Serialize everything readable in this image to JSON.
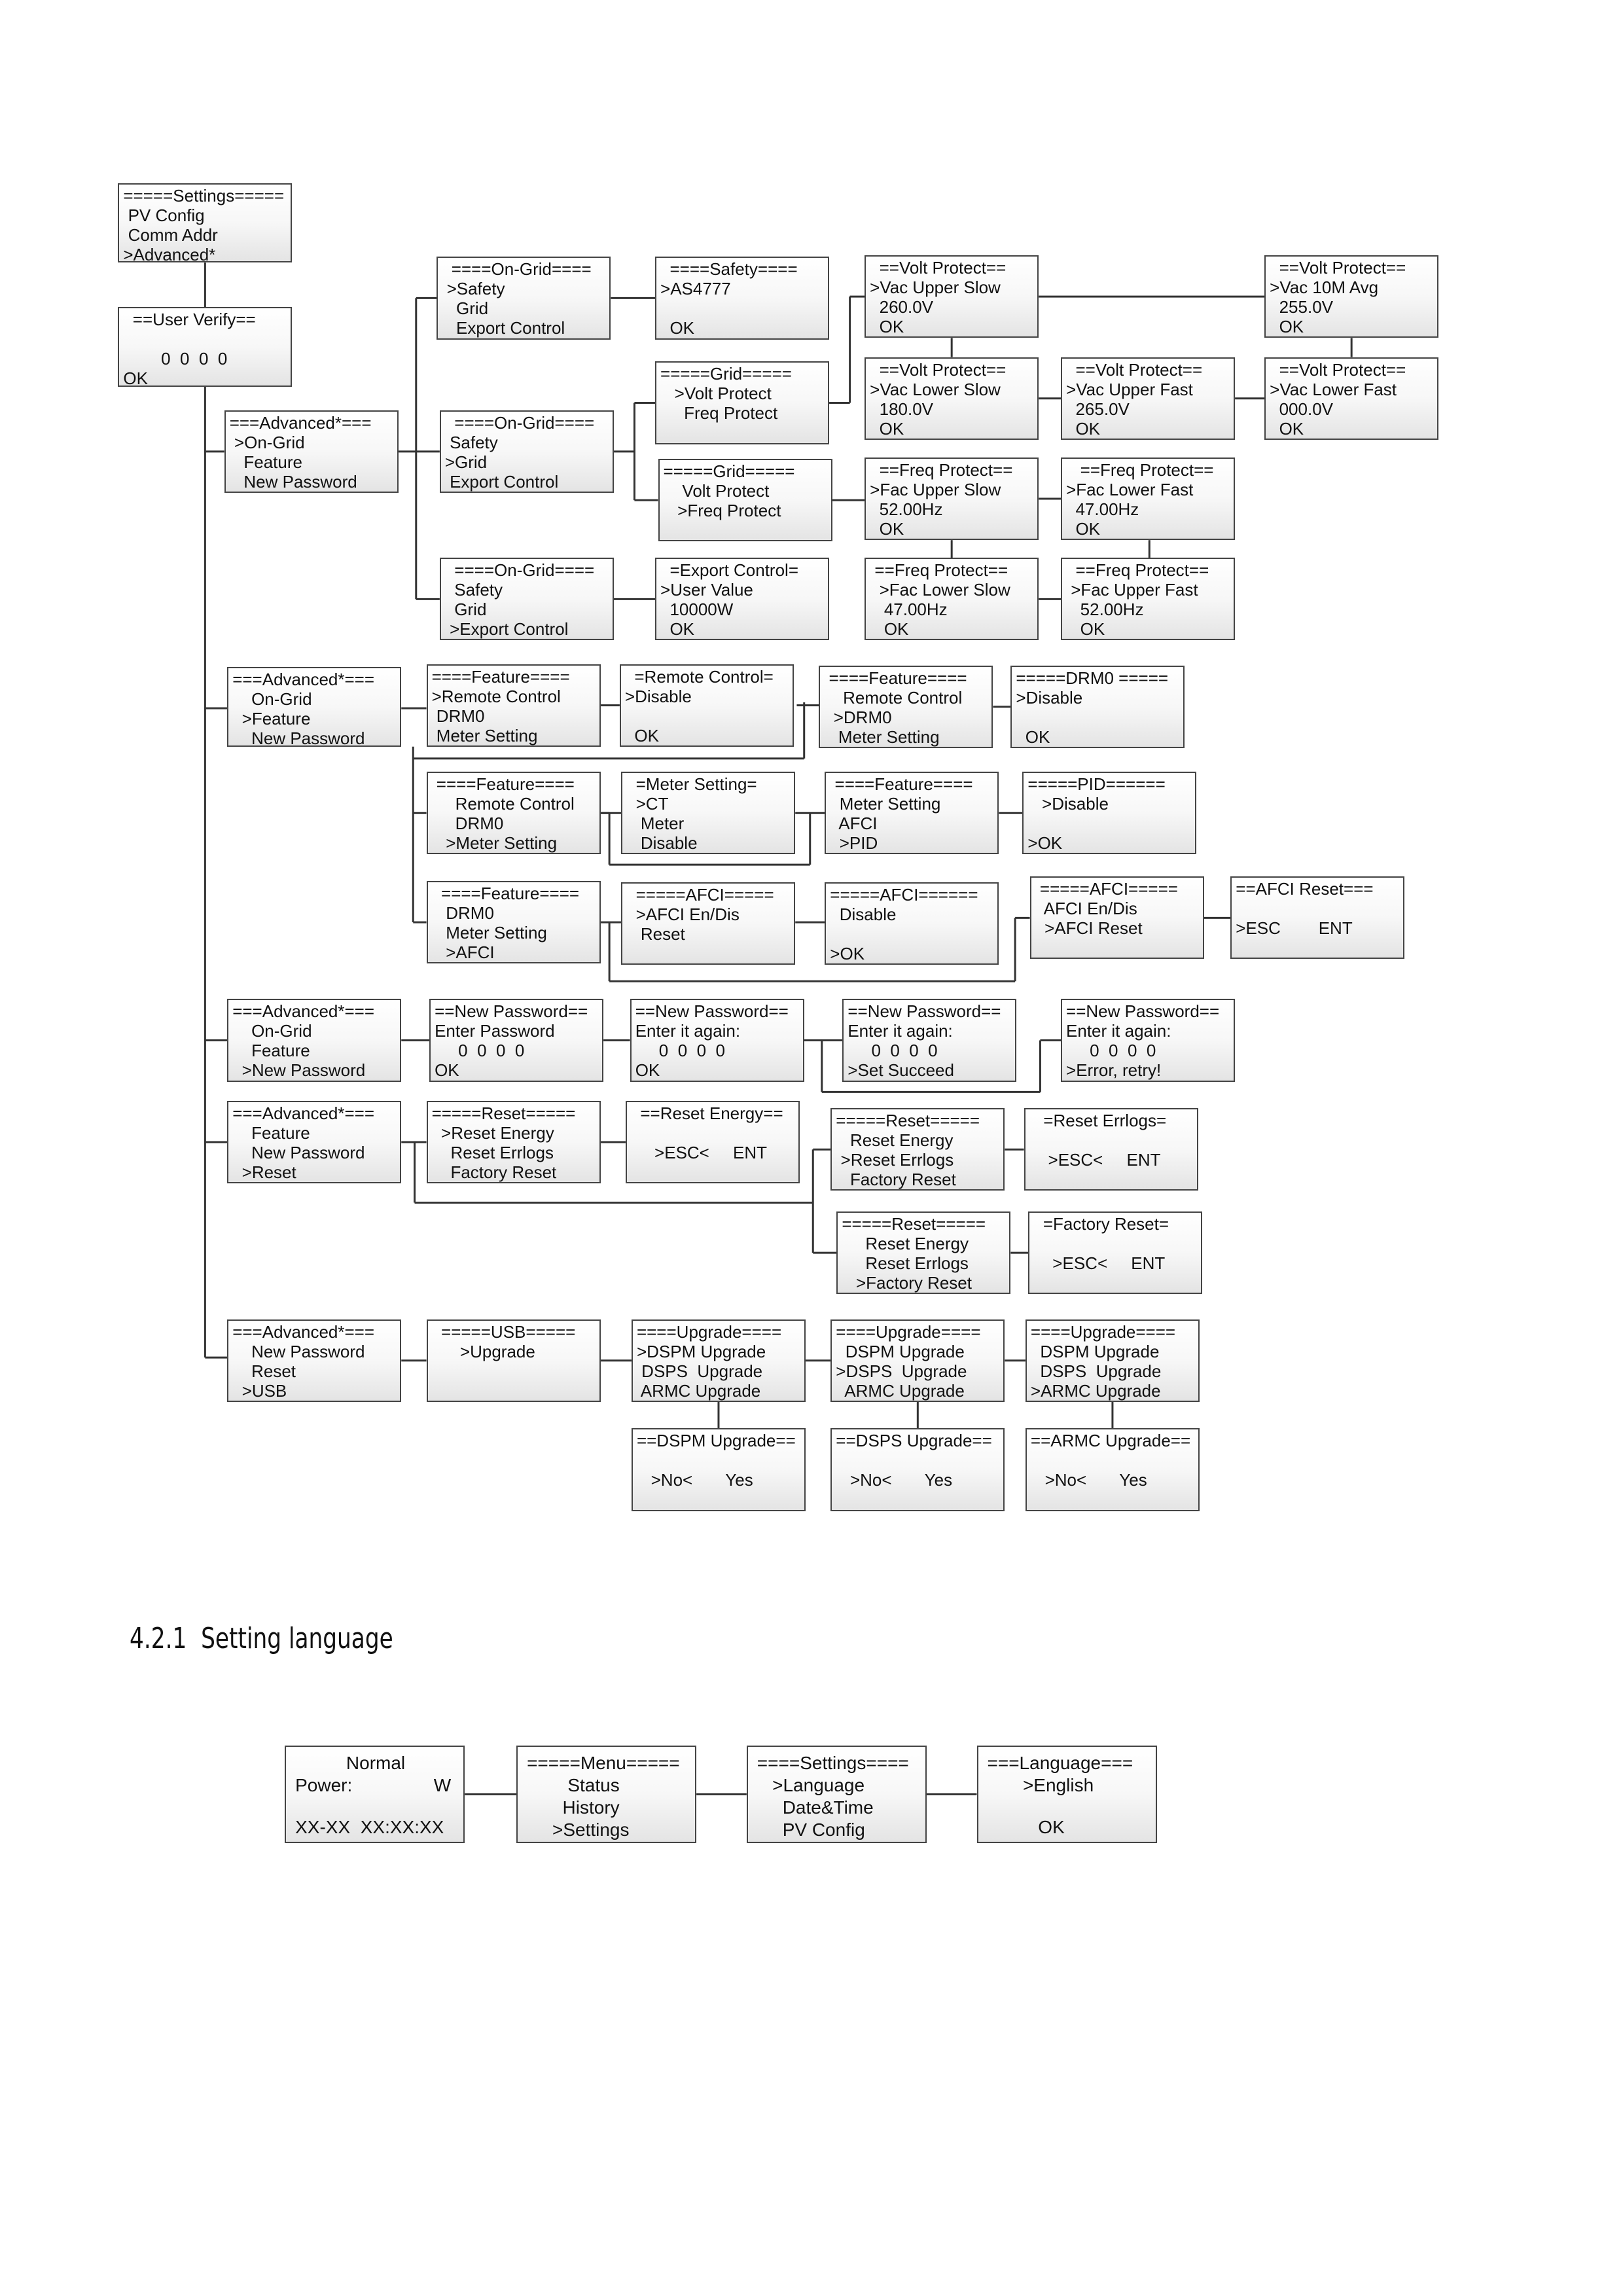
{
  "menu_boxes": [
    {
      "lines": [
        "=====Settings=====",
        " PV Config",
        " Comm Addr",
        ">Advanced*"
      ]
    },
    {
      "lines": [
        "  ==User Verify==",
        "",
        "        0  0  0  0",
        "OK"
      ]
    },
    {
      "lines": [
        "===Advanced*===",
        " >On-Grid",
        "   Feature",
        "   New Password"
      ]
    },
    {
      "lines": [
        "  ====On-Grid====",
        " >Safety",
        "   Grid",
        "   Export Control"
      ]
    },
    {
      "lines": [
        "  ====Safety====",
        ">AS4777",
        "",
        "  OK"
      ]
    },
    {
      "lines": [
        "  ==Volt Protect==",
        ">Vac Upper Slow",
        "  260.0V",
        "  OK"
      ]
    },
    {
      "lines": [
        "  ==Volt Protect==",
        ">Vac 10M Avg",
        "  255.0V",
        "  OK"
      ]
    },
    {
      "lines": [
        "  ==Volt Protect==",
        ">Vac Lower Slow",
        "  180.0V",
        "  OK"
      ]
    },
    {
      "lines": [
        "  ==Volt Protect==",
        ">Vac Upper Fast",
        "  265.0V",
        "  OK"
      ]
    },
    {
      "lines": [
        "  ==Volt Protect==",
        ">Vac Lower Fast",
        "  000.0V",
        "  OK"
      ]
    },
    {
      "lines": [
        "=====Grid=====",
        "   >Volt Protect",
        "     Freq Protect"
      ]
    },
    {
      "lines": [
        "  ====On-Grid====",
        " Safety",
        ">Grid",
        " Export Control"
      ]
    },
    {
      "lines": [
        "=====Grid=====",
        "    Volt Protect",
        "   >Freq Protect"
      ]
    },
    {
      "lines": [
        "  ==Freq Protect==",
        ">Fac Upper Slow",
        "  52.00Hz",
        "  OK"
      ]
    },
    {
      "lines": [
        "   ==Freq Protect==",
        ">Fac Lower Fast",
        "  47.00Hz",
        "  OK"
      ]
    },
    {
      "lines": [
        "  ====On-Grid====",
        "  Safety",
        "  Grid",
        " >Export Control"
      ]
    },
    {
      "lines": [
        "  =Export Control=",
        ">User Value",
        "  10000W",
        "  OK"
      ]
    },
    {
      "lines": [
        " ==Freq Protect==",
        "  >Fac Lower Slow",
        "   47.00Hz",
        "   OK"
      ]
    },
    {
      "lines": [
        "  ==Freq Protect==",
        " >Fac Upper Fast",
        "   52.00Hz",
        "   OK"
      ]
    },
    {
      "lines": [
        "===Advanced*===",
        "    On-Grid",
        "  >Feature",
        "    New Password"
      ]
    },
    {
      "lines": [
        "====Feature====",
        ">Remote Control",
        " DRM0",
        " Meter Setting"
      ]
    },
    {
      "lines": [
        "  =Remote Control=",
        ">Disable",
        "",
        "  OK"
      ]
    },
    {
      "lines": [
        " ====Feature====",
        "    Remote Control",
        "  >DRM0",
        "   Meter Setting"
      ]
    },
    {
      "lines": [
        "=====DRM0 =====",
        ">Disable",
        "",
        "  OK"
      ]
    },
    {
      "lines": [
        " ====Feature====",
        "     Remote Control",
        "     DRM0",
        "   >Meter Setting"
      ]
    },
    {
      "lines": [
        "  =Meter Setting=",
        "  >CT",
        "   Meter",
        "   Disable"
      ]
    },
    {
      "lines": [
        " ====Feature====",
        "  Meter Setting",
        "  AFCI",
        "  >PID"
      ]
    },
    {
      "lines": [
        "=====PID======",
        "   >Disable",
        "",
        ">OK"
      ]
    },
    {
      "lines": [
        "  ====Feature====",
        "   DRM0",
        "   Meter Setting",
        "   >AFCI"
      ]
    },
    {
      "lines": [
        "  =====AFCI=====",
        "  >AFCI En/Dis",
        "   Reset"
      ]
    },
    {
      "lines": [
        "=====AFCI======",
        "  Disable",
        "",
        ">OK"
      ]
    },
    {
      "lines": [
        " =====AFCI=====",
        "  AFCI En/Dis",
        "  >AFCI Reset"
      ]
    },
    {
      "lines": [
        "==AFCI Reset===",
        "",
        ">ESC        ENT"
      ]
    },
    {
      "lines": [
        "===Advanced*===",
        "    On-Grid",
        "    Feature",
        "  >New Password"
      ]
    },
    {
      "lines": [
        "==New Password==",
        "Enter Password",
        "     0  0  0  0",
        "OK"
      ]
    },
    {
      "lines": [
        "==New Password==",
        "Enter it again:",
        "     0  0  0  0",
        "OK"
      ]
    },
    {
      "lines": [
        "==New Password==",
        "Enter it again:",
        "     0  0  0  0",
        ">Set Succeed"
      ]
    },
    {
      "lines": [
        "==New Password==",
        "Enter it again:",
        "     0  0  0  0",
        ">Error, retry!"
      ]
    },
    {
      "lines": [
        "===Advanced*===",
        "    Feature",
        "    New Password",
        "  >Reset"
      ]
    },
    {
      "lines": [
        "=====Reset=====",
        "  >Reset Energy",
        "    Reset Errlogs",
        "    Factory Reset"
      ]
    },
    {
      "lines": [
        "  ==Reset Energy==",
        "",
        "     >ESC<     ENT"
      ]
    },
    {
      "lines": [
        "=====Reset=====",
        "   Reset Energy",
        " >Reset Errlogs",
        "   Factory Reset"
      ]
    },
    {
      "lines": [
        "   =Reset Errlogs=",
        "",
        "    >ESC<     ENT"
      ]
    },
    {
      "lines": [
        "=====Reset=====",
        "     Reset Energy",
        "     Reset Errlogs",
        "   >Factory Reset"
      ]
    },
    {
      "lines": [
        "  =Factory Reset=",
        "",
        "    >ESC<     ENT"
      ]
    },
    {
      "lines": [
        "===Advanced*===",
        "    New Password",
        "    Reset",
        "  >USB"
      ]
    },
    {
      "lines": [
        "  =====USB=====",
        "      >Upgrade"
      ]
    },
    {
      "lines": [
        "====Upgrade====",
        ">DSPM Upgrade",
        " DSPS  Upgrade",
        " ARMC Upgrade"
      ]
    },
    {
      "lines": [
        "====Upgrade====",
        "  DSPM Upgrade",
        ">DSPS  Upgrade",
        "  ARMC Upgrade"
      ]
    },
    {
      "lines": [
        "====Upgrade====",
        "  DSPM Upgrade",
        "  DSPS  Upgrade",
        ">ARMC Upgrade"
      ]
    },
    {
      "lines": [
        "==DSPM Upgrade==",
        "",
        "   >No<       Yes"
      ]
    },
    {
      "lines": [
        "==DSPS Upgrade==",
        "",
        "   >No<       Yes"
      ]
    },
    {
      "lines": [
        "==ARMC Upgrade==",
        "",
        "   >No<       Yes"
      ]
    }
  ],
  "section_title": "4.2.1  Setting language",
  "language_boxes": [
    {
      "lines": [
        "          Normal",
        "Power:                W",
        "",
        "XX-XX  XX:XX:XX"
      ]
    },
    {
      "lines": [
        "=====Menu=====",
        "        Status",
        "       History",
        "     >Settings"
      ]
    },
    {
      "lines": [
        "====Settings====",
        "   >Language",
        "     Date&Time",
        "     PV Config"
      ]
    },
    {
      "lines": [
        "===Language===",
        "       >English",
        "",
        "          OK"
      ]
    }
  ]
}
